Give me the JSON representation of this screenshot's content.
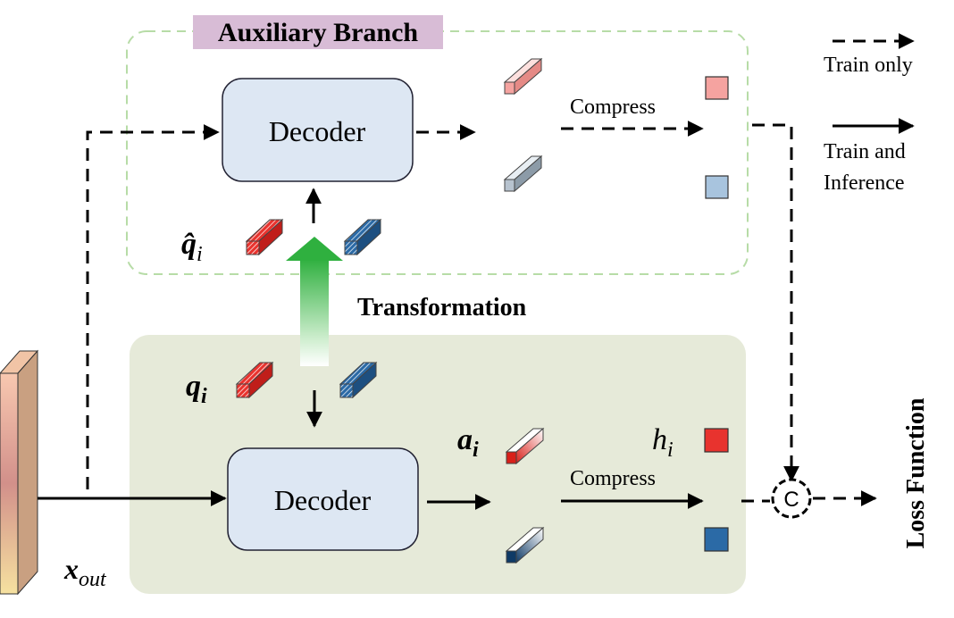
{
  "aux_branch": {
    "title": "Auxiliary Branch",
    "decoder_label": "Decoder",
    "compress_label": "Compress",
    "q_hat_symbol": "q̂",
    "q_hat_sub": "i"
  },
  "main_branch": {
    "decoder_label": "Decoder",
    "compress_label": "Compress",
    "q_symbol": "q",
    "q_sub": "i",
    "a_symbol": "a",
    "a_sub": "i",
    "h_symbol": "h",
    "h_sub": "i",
    "concat_symbol": "C"
  },
  "transformation_label": "Transformation",
  "input": {
    "x_symbol": "x",
    "x_sub": "out"
  },
  "loss_label": "Loss Function",
  "legend": {
    "train_only": "Train only",
    "train_inference_line1": "Train and",
    "train_inference_line2": "Inference"
  },
  "colors": {
    "red": "#e8332e",
    "blue": "#2b6aa6",
    "light_red": "#f5a3a0",
    "light_blue": "#a8c4de",
    "aux_title_bg": "#d8bcd6",
    "main_panel_bg": "#e6ead9",
    "aux_border": "#b7dca7",
    "decoder_fill": "#dde7f3"
  }
}
